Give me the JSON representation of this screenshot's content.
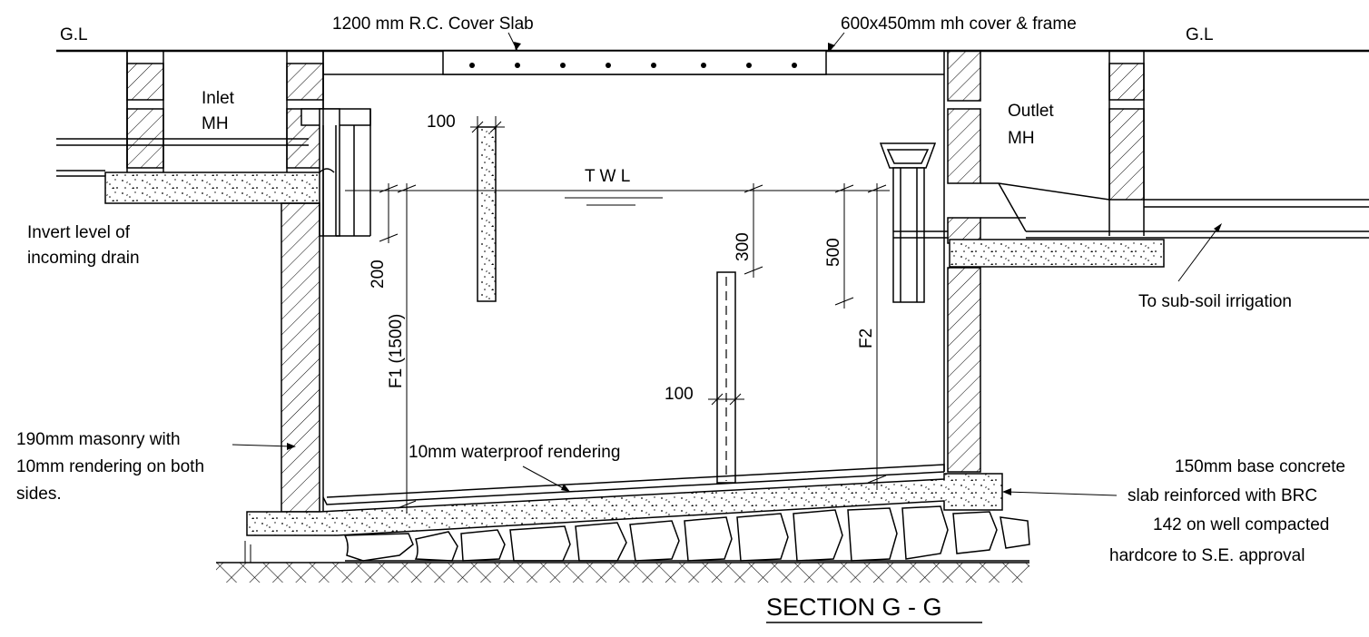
{
  "labels": {
    "gl_left": "G.L",
    "gl_right": "G.L",
    "cover_slab": "1200 mm R.C. Cover Slab",
    "mh_cover": "600x450mm mh cover & frame",
    "inlet_mh_1": "Inlet",
    "inlet_mh_2": "MH",
    "outlet_mh_1": "Outlet",
    "outlet_mh_2": "MH",
    "twl": "T W L",
    "dim_100_top": "100",
    "dim_100_bottom": "100",
    "dim_200": "200",
    "dim_300": "300",
    "dim_500": "500",
    "dim_f1": "F1 (1500)",
    "dim_f2": "F2",
    "invert_1": "Invert level of",
    "invert_2": "incoming drain",
    "irrigation": "To sub-soil irrigation",
    "masonry_1": "190mm masonry with",
    "masonry_2": "10mm rendering on both",
    "masonry_3": "sides.",
    "rendering": "10mm waterproof rendering",
    "base_1": "150mm base concrete",
    "base_2": "slab reinforced with BRC",
    "base_3": "142 on well compacted",
    "base_4": "hardcore to S.E. approval",
    "section_title": "SECTION G - G"
  }
}
